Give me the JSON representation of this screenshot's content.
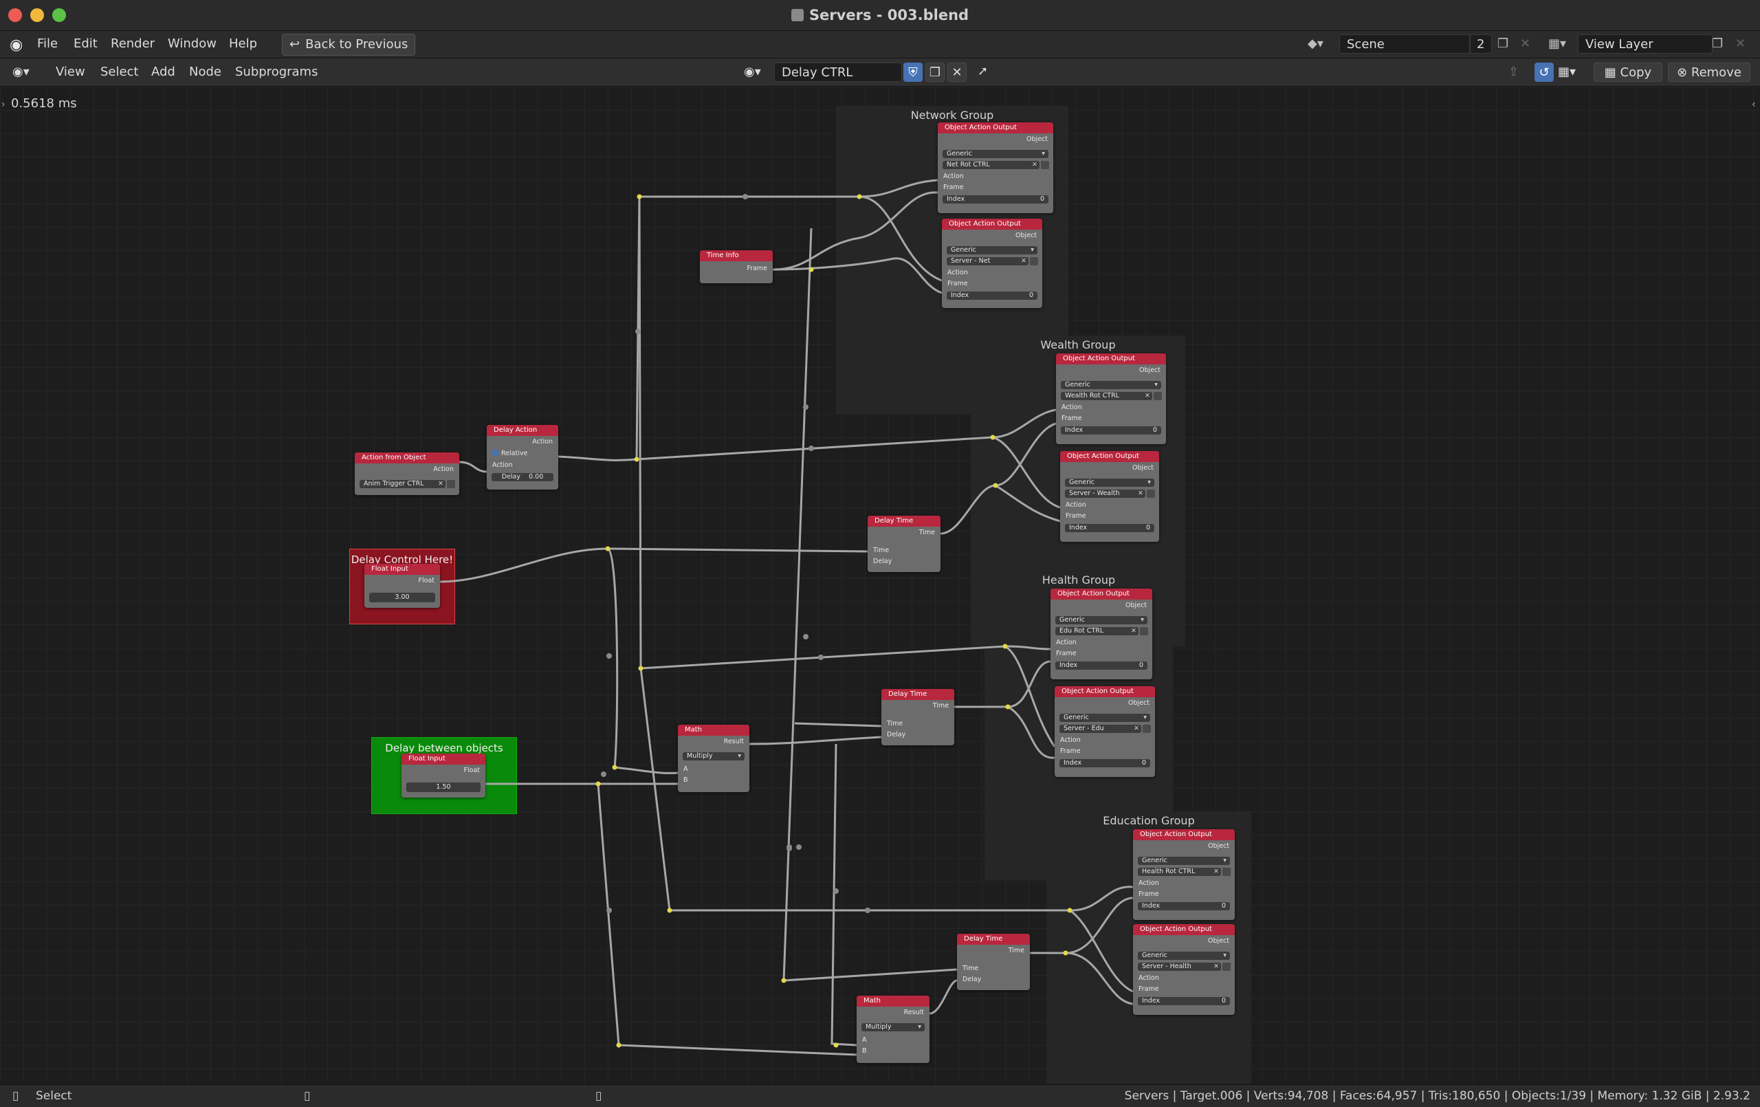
{
  "window": {
    "title": "Servers - 003.blend"
  },
  "menu": {
    "items": [
      "File",
      "Edit",
      "Render",
      "Window",
      "Help"
    ],
    "back_label": "Back to Previous"
  },
  "scene": {
    "name": "Scene",
    "users": "2",
    "view_layer": "View Layer"
  },
  "toolbar": {
    "items": [
      "View",
      "Select",
      "Add",
      "Node",
      "Subprograms"
    ],
    "tree_name": "Delay CTRL",
    "copy_label": "Copy",
    "remove_label": "Remove"
  },
  "canvas": {
    "timing": "0.5618 ms"
  },
  "frames": {
    "network": {
      "title": "Network Group"
    },
    "wealth": {
      "title": "Wealth Group"
    },
    "health": {
      "title": "Health Group"
    },
    "education": {
      "title": "Education Group"
    },
    "delay_control": {
      "title": "Delay Control Here!"
    },
    "delay_between": {
      "title": "Delay between objects"
    }
  },
  "labels": {
    "object_action_output": "Object Action Output",
    "object": "Object",
    "generic": "Generic",
    "action": "Action",
    "frame": "Frame",
    "index": "Index",
    "zero": "0",
    "time_info": "Time Info",
    "delay_time": "Delay Time",
    "time": "Time",
    "delay": "Delay",
    "delay_action": "Delay Action",
    "relative": "Relative",
    "action_from_object": "Action from Object",
    "float_input": "Float Input",
    "float": "Float",
    "math": "Math",
    "result": "Result",
    "multiply": "Multiply",
    "a": "A",
    "b": "B"
  },
  "objects": {
    "net_rot": "Net Rot CTRL",
    "server_net": "Server - Net",
    "wealth_rot": "Wealth Rot CTRL",
    "server_wealth": "Server - Wealth",
    "edu_rot": "Edu Rot CTRL",
    "server_edu": "Server - Edu",
    "health_rot": "Health Rot CTRL",
    "server_health": "Server - Health",
    "anim_trigger": "Anim Trigger CTRL"
  },
  "values": {
    "delay_action_delay": "0.00",
    "delay_control_float": "3.00",
    "delay_between_float": "1.50"
  },
  "status": {
    "mode": "Select",
    "stats": "Servers | Target.006 | Verts:94,708 | Faces:64,957 | Tris:180,650 | Objects:1/39 | Memory: 1.32 GiB | 2.93.2"
  },
  "colors": {
    "node_header": "#b8273d",
    "link": "#a7a7a7",
    "reroute": "#e3d84a",
    "delay_control_frame": "#8a1420",
    "delay_between_frame": "#0a8a0a",
    "accent": "#4772b3"
  }
}
